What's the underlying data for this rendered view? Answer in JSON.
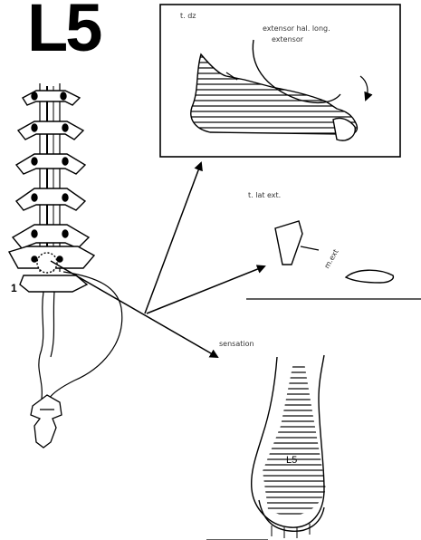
{
  "title": "L5",
  "foot_label": "L5",
  "level_marker": "1",
  "labels": {
    "box_top_left": "t. dz",
    "box_top_right": "extensor hal. long.",
    "box_sub": "extensor",
    "middle_top": "t. lat ext.",
    "middle_side": "m.ext",
    "lower_label": "sensation"
  }
}
